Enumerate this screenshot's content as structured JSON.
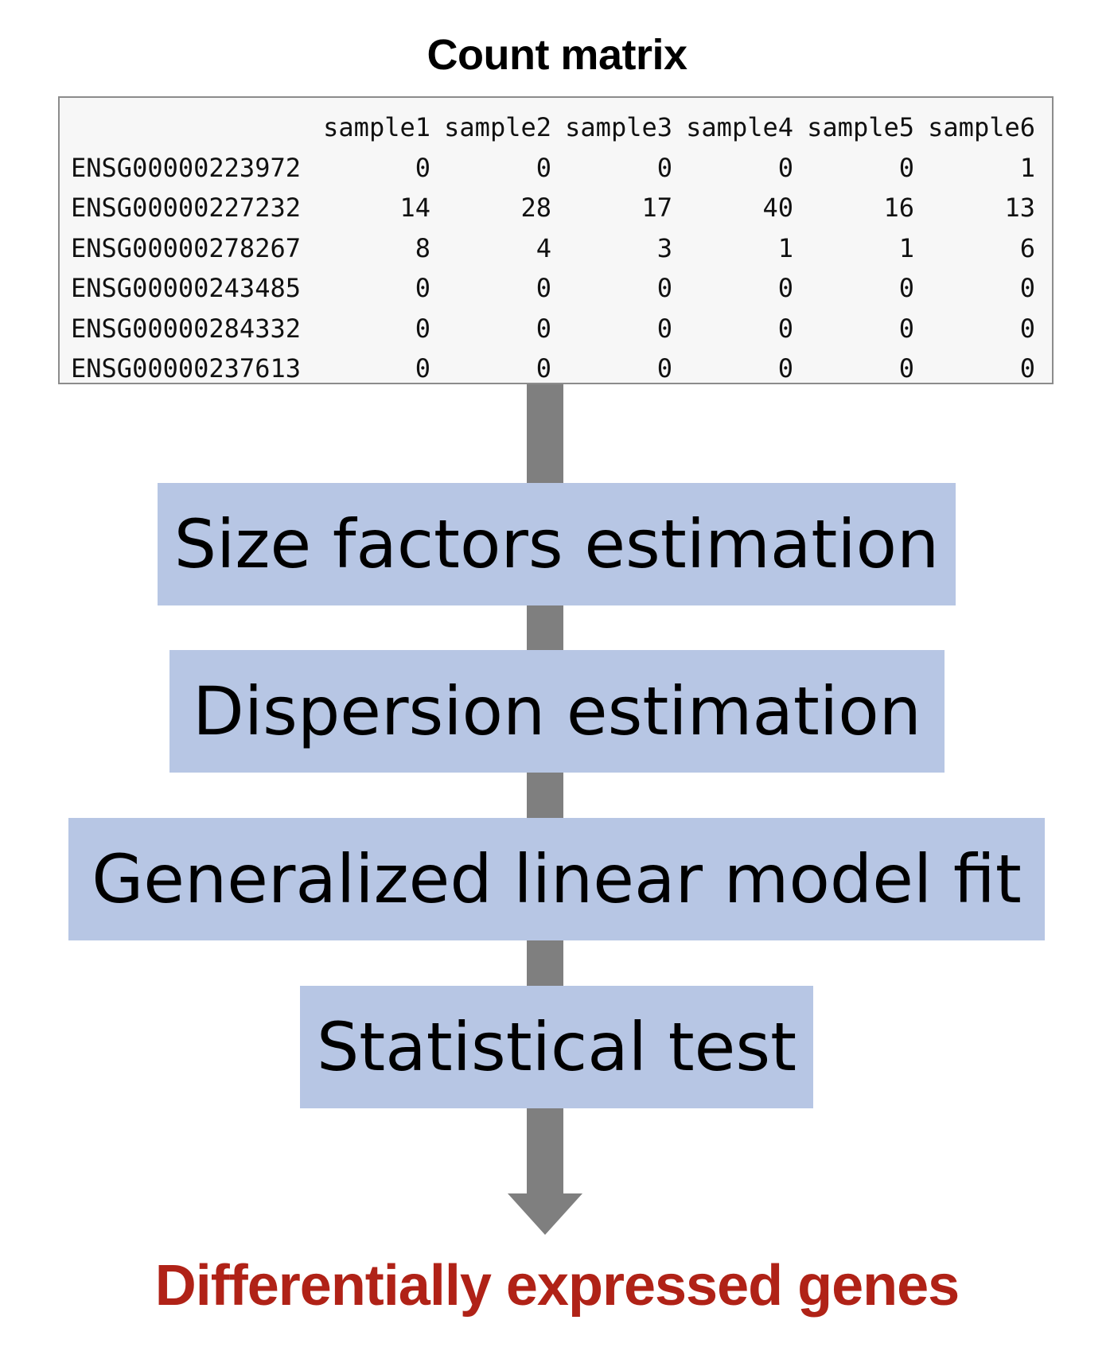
{
  "title": "Count matrix",
  "matrix": {
    "columns": [
      "sample1",
      "sample2",
      "sample3",
      "sample4",
      "sample5",
      "sample6"
    ],
    "rows": [
      {
        "gene": "ENSG00000223972",
        "values": [
          "0",
          "0",
          "0",
          "0",
          "0",
          "1"
        ]
      },
      {
        "gene": "ENSG00000227232",
        "values": [
          "14",
          "28",
          "17",
          "40",
          "16",
          "13"
        ]
      },
      {
        "gene": "ENSG00000278267",
        "values": [
          "8",
          "4",
          "3",
          "1",
          "1",
          "6"
        ]
      },
      {
        "gene": "ENSG00000243485",
        "values": [
          "0",
          "0",
          "0",
          "0",
          "0",
          "0"
        ]
      },
      {
        "gene": "ENSG00000284332",
        "values": [
          "0",
          "0",
          "0",
          "0",
          "0",
          "0"
        ]
      },
      {
        "gene": "ENSG00000237613",
        "values": [
          "0",
          "0",
          "0",
          "0",
          "0",
          "0"
        ]
      }
    ]
  },
  "steps": [
    {
      "label": "Size factors estimation"
    },
    {
      "label": "Dispersion estimation"
    },
    {
      "label": "Generalized linear model fit"
    },
    {
      "label": "Statistical test"
    }
  ],
  "result": "Differentially expressed genes",
  "colors": {
    "step_fill": "#b7c6e4",
    "arrow": "#7f7f7f",
    "result_text": "#b02217",
    "matrix_bg": "#f7f7f7"
  }
}
